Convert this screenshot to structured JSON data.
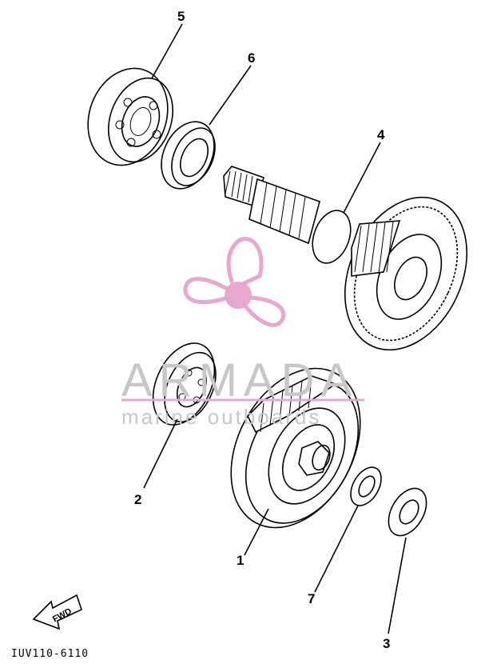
{
  "diagram": {
    "code": "IUV110-6110",
    "fwd_label": "FWD",
    "callouts": [
      {
        "id": "1",
        "label": "1"
      },
      {
        "id": "2",
        "label": "2"
      },
      {
        "id": "3",
        "label": "3"
      },
      {
        "id": "4",
        "label": "4"
      },
      {
        "id": "5",
        "label": "5"
      },
      {
        "id": "6",
        "label": "6"
      },
      {
        "id": "7",
        "label": "7"
      }
    ]
  },
  "watermark": {
    "brand": "ARMADA",
    "tagline": "marine outboards",
    "logo_color": "#e8a7cc",
    "text_color": "#c7c7c7"
  }
}
